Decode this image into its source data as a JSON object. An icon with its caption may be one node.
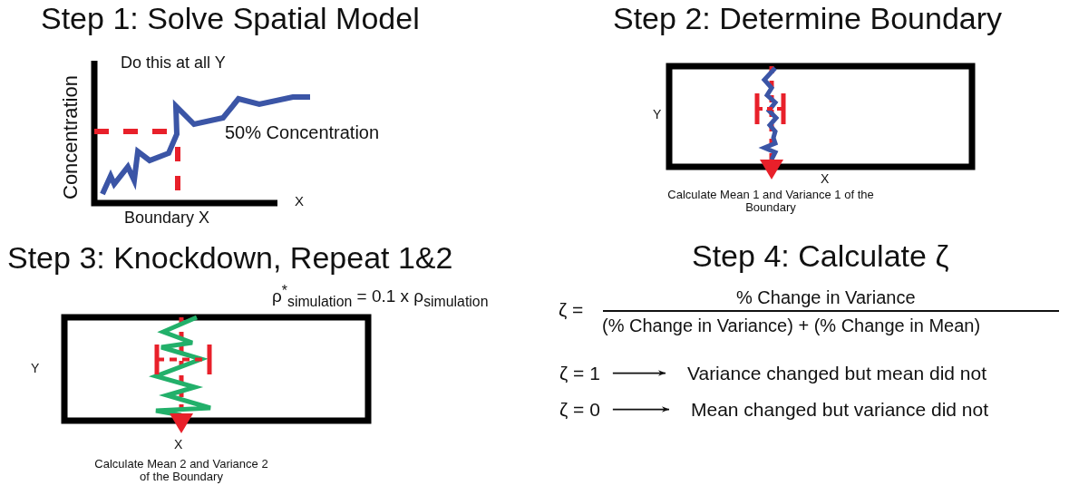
{
  "diagram": {
    "nodes": [
      {
        "text": [
          "ζ = 1"
        ]
      },
      {
        "text": [
          "Variance changed but mean did not"
        ]
      },
      {
        "text": [
          "ζ = 0"
        ]
      },
      {
        "text": [
          "Mean changed but variance did not"
        ]
      }
    ],
    "edges": [
      {
        "from": 0,
        "to": 1,
        "arrow": "to"
      },
      {
        "from": 2,
        "to": 3,
        "arrow": "to"
      }
    ],
    "labels": [
      "Step 1: Solve Spatial Model",
      "Step 2: Determine Boundary",
      "Concentration",
      "Do this at all Y",
      "50% Concentration",
      "X",
      "Boundary X",
      "Y",
      "X",
      "Calculate Mean 1 and Variance 1 of the Boundary",
      "Step 3: Knockdown, Repeat 1&2",
      "Step 4: Calculate ζ",
      "ρ$^{*}$$_{simulation}$ = 0.1 x ρ$_{simulation}$",
      "ζ =",
      "% Change in Variance",
      "(% Change in Variance) + (% Change in Mean)",
      "Y",
      "X",
      "Calculate Mean 2 and Variance 2 of the Boundary"
    ]
  }
}
